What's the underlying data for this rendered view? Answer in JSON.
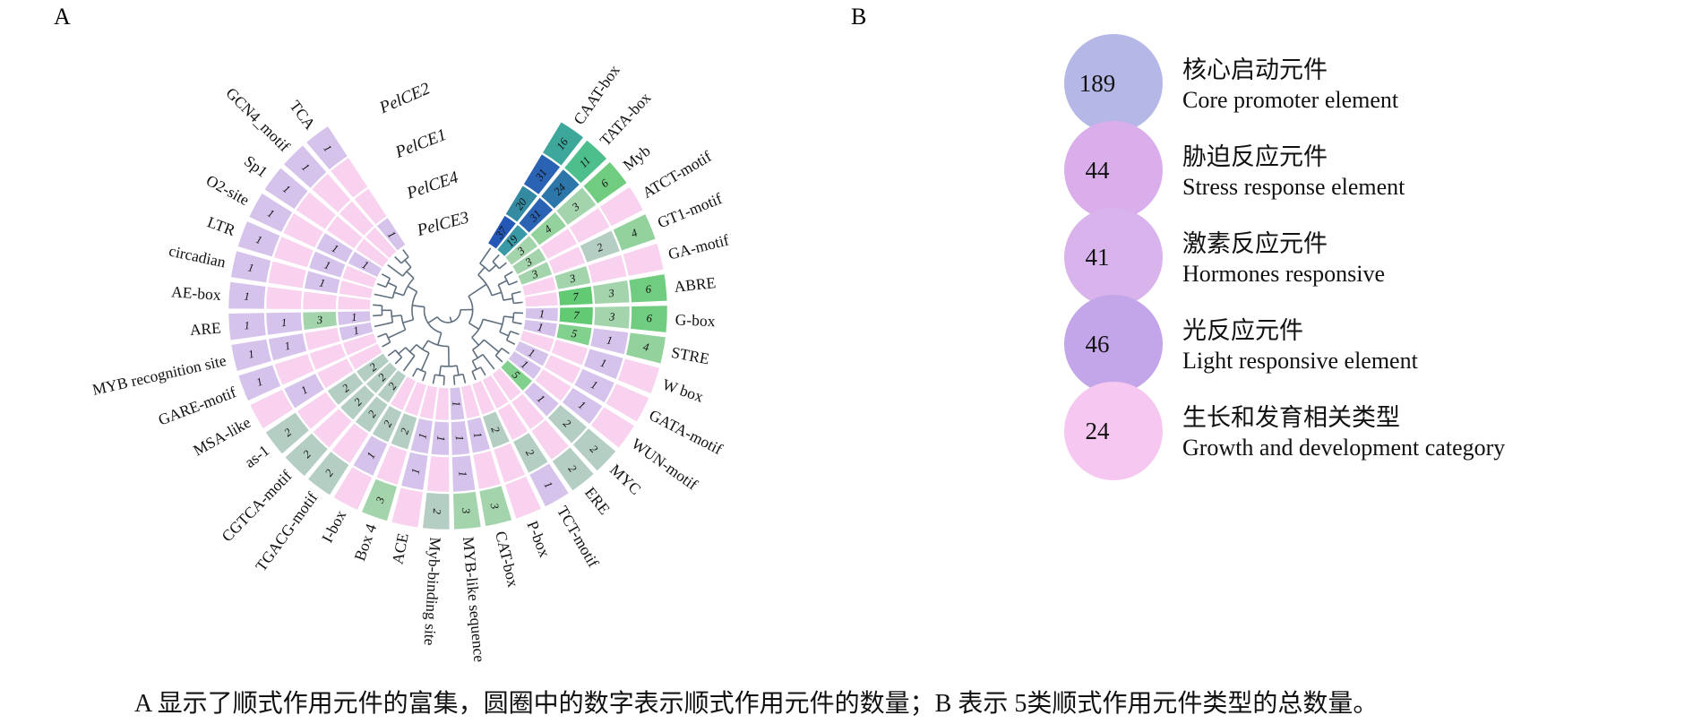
{
  "panel_a": {
    "letter": "A",
    "ring_labels_display_order": [
      "PelCE2",
      "PelCE1",
      "PelCE4",
      "PelCE3"
    ]
  },
  "chart_data": {
    "type": "heatmap",
    "subtype": "circular-dendrogram-heatmap",
    "description": "Enrichment of cis-acting elements; numbers in cells are counts per gene promoter",
    "categories": [
      "CAAT-box",
      "TATA-box",
      "Myb",
      "ATCT-motif",
      "GT1-motif",
      "GA-motif",
      "ABRE",
      "G-box",
      "STRE",
      "W box",
      "GATA-motif",
      "WUN-motif",
      "MYC",
      "ERE",
      "TCT-motif",
      "P-box",
      "CAT-box",
      "MYB-like sequence",
      "Myb-binding site",
      "ACE",
      "Box 4",
      "I-box",
      "TGACG-motif",
      "CGTCA-motif",
      "as-1",
      "MSA-like",
      "GARE-motif",
      "MYB recognition site",
      "ARE",
      "AE-box",
      "circadian",
      "LTR",
      "O2-site",
      "Sp1",
      "GCN4_motif",
      "TCA"
    ],
    "ring_order": "innermost_to_outermost",
    "series": [
      {
        "name": "PelCE3",
        "values": [
          37,
          19,
          3,
          3,
          3,
          0,
          0,
          1,
          1,
          0,
          1,
          1,
          5,
          0,
          0,
          0,
          0,
          1,
          0,
          0,
          0,
          0,
          2,
          2,
          2,
          0,
          0,
          1,
          1,
          0,
          0,
          0,
          1,
          0,
          0,
          1
        ]
      },
      {
        "name": "PelCE4",
        "values": [
          20,
          31,
          4,
          0,
          0,
          3,
          7,
          7,
          5,
          0,
          0,
          0,
          1,
          0,
          0,
          2,
          1,
          1,
          1,
          1,
          2,
          2,
          2,
          2,
          2,
          0,
          0,
          0,
          3,
          0,
          1,
          1,
          1,
          0,
          0,
          0
        ]
      },
      {
        "name": "PelCE1",
        "values": [
          31,
          24,
          3,
          0,
          2,
          0,
          3,
          3,
          1,
          1,
          1,
          1,
          2,
          0,
          2,
          0,
          0,
          1,
          0,
          1,
          0,
          1,
          0,
          0,
          0,
          1,
          0,
          1,
          1,
          0,
          0,
          0,
          0,
          0,
          0,
          0
        ]
      },
      {
        "name": "PelCE2",
        "values": [
          16,
          11,
          6,
          0,
          4,
          0,
          6,
          6,
          4,
          0,
          0,
          0,
          2,
          2,
          1,
          0,
          3,
          3,
          2,
          0,
          3,
          0,
          2,
          2,
          2,
          0,
          1,
          1,
          1,
          1,
          1,
          1,
          1,
          1,
          1,
          1
        ]
      }
    ],
    "value_colors": {
      "0": "#f8d2ee",
      "1": "#d6c3ec",
      "2": "#b5cec4",
      "3": "#a3d4ac",
      "4": "#93d29d",
      "5": "#81d08d",
      "6": "#70cd7f",
      "7": "#61ca72",
      "11": "#4dbf8d",
      "16": "#3ea79b",
      "19": "#3999a4",
      "20": "#348aa0",
      "24": "#2d76aa",
      "31": "#2a62b4",
      "37": "#2457b6"
    },
    "layout": {
      "center_x": 500,
      "center_y": 346,
      "ring_bounds": [
        86,
        124,
        163,
        204,
        246
      ],
      "start_angle_deg": -55.4,
      "sector_step_deg": 8.25,
      "label_radius": 254,
      "gene_label_angles_deg": [
        -101.5,
        -99.2,
        -97,
        -93.2
      ],
      "gene_label_radii": [
        241,
        188,
        140,
        96
      ],
      "dendrogram_color": "#5f6f7e",
      "number_color": "#111111"
    }
  },
  "panel_b": {
    "letter": "B",
    "items": [
      {
        "count": "189",
        "zh": "核心启动元件",
        "en": "Core promoter element",
        "color": "#b5b7e6"
      },
      {
        "count": "44",
        "zh": "胁迫反应元件",
        "en": "Stress response element",
        "color": "#d9aeea"
      },
      {
        "count": "41",
        "zh": "激素反应元件",
        "en": "Hormones responsive",
        "color": "#d9b3ec"
      },
      {
        "count": "46",
        "zh": "光反应元件",
        "en": "Light responsive element",
        "color": "#c3a6e9"
      },
      {
        "count": "24",
        "zh": "生长和发育相关类型",
        "en": "Growth and development category",
        "color": "#f6c7f0"
      }
    ]
  },
  "caption": {
    "text": "A 显示了顺式作用元件的富集，圆圈中的数字表示顺式作用元件的数量；B 表示 5类顺式作用元件类型的总数量。"
  }
}
